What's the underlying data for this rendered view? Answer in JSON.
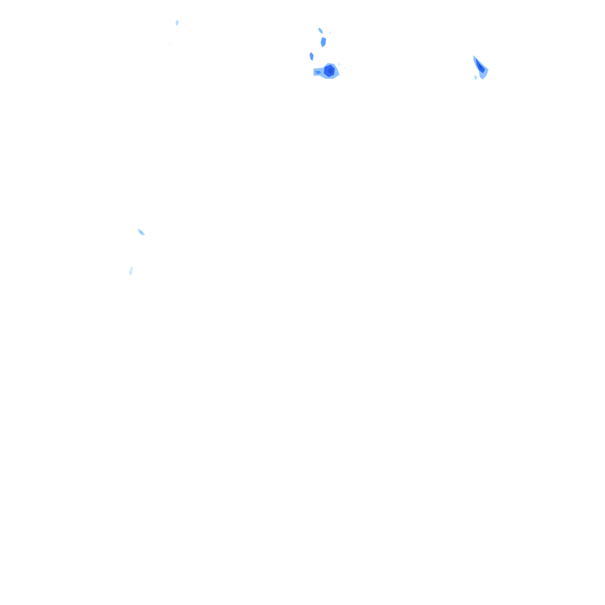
{
  "layer": {
    "kind": "precipitation-radar-overlay",
    "base_color": "#ffffff"
  },
  "palette": {
    "light": "#9fd3ff",
    "medium": "#4d8dff",
    "strong": "#1f55e6"
  },
  "echoes": [
    {
      "name": "echo-cluster-center",
      "intensity": "strong"
    },
    {
      "name": "echo-cluster-right",
      "intensity": "strong"
    },
    {
      "name": "echo-speck-upper-left",
      "intensity": "light"
    },
    {
      "name": "echo-speck-left",
      "intensity": "light"
    },
    {
      "name": "echo-speck-lower-left",
      "intensity": "light"
    }
  ]
}
